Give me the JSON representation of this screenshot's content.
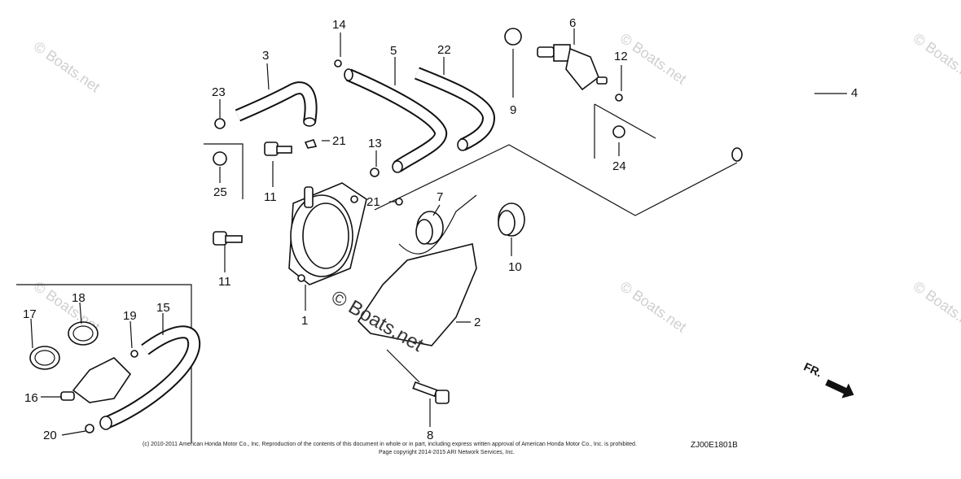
{
  "callouts": [
    "1",
    "2",
    "3",
    "4",
    "5",
    "6",
    "7",
    "8",
    "9",
    "10",
    "11",
    "11",
    "12",
    "13",
    "14",
    "15",
    "16",
    "17",
    "18",
    "19",
    "20",
    "21",
    "21",
    "22",
    "23",
    "24",
    "25"
  ],
  "watermark": "© Boats.net",
  "center_watermark": "© Boats.net",
  "direction_label": "FR.",
  "diagram_code": "ZJ00E1801B",
  "copyright_line1": "(c) 2010-2011 American Honda Motor Co., Inc. Reproduction of the contents of this document in whole or in part, including express written approval of American Honda Motor Co., Inc. is prohibited.",
  "copyright_line2": "Page copyright 2014-2015 ARI Network Services, Inc."
}
